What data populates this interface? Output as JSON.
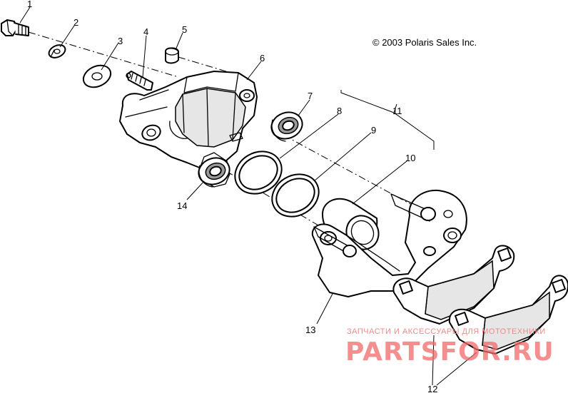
{
  "copyright": "© 2003 Polaris Sales Inc.",
  "callouts": {
    "c1": "1",
    "c2": "2",
    "c3": "3",
    "c4": "4",
    "c5": "5",
    "c6": "6",
    "c7": "7",
    "c8": "8",
    "c9": "9",
    "c10": "10",
    "c11": "11",
    "c12": "12",
    "c13": "13",
    "c14": "14"
  },
  "watermark": {
    "tagline": "ЗАПЧАСТИ И АКСЕССУАРЫ ДЛЯ МОТОТЕХНИКИ",
    "brand": "PARTSFOR.RU"
  },
  "colors": {
    "line": "#000000",
    "background": "#ffffff",
    "watermark": "#f26a6a"
  }
}
